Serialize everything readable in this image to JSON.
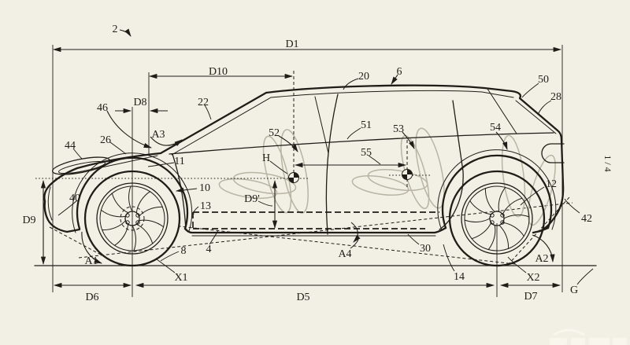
{
  "figure": {
    "kind": "patent line drawing, side elevation of a vehicle with dimension annotations",
    "sheet_label": "1 / 4",
    "background_color": "#f2efe4",
    "line_color": "#1f1d18",
    "seat_line_color": "#b9b4a4"
  },
  "labels": {
    "n2": "2",
    "d1": "D1",
    "d10": "D10",
    "d8": "D8",
    "a3": "A3",
    "n46": "46",
    "n22": "22",
    "n26": "26",
    "n44": "44",
    "n40": "40",
    "d9": "D9",
    "n11": "11",
    "n10": "10",
    "n13": "13",
    "n8": "8",
    "n4": "4",
    "a1": "A1",
    "x1": "X1",
    "d6": "D6",
    "d5": "D5",
    "n52": "52",
    "h": "H",
    "d9p": "D9'",
    "n51": "51",
    "n53": "53",
    "n55": "55",
    "n20": "20",
    "n6": "6",
    "n50": "50",
    "n28": "28",
    "n54": "54",
    "n12": "12",
    "n42": "42",
    "a4": "A4",
    "n30": "30",
    "n14": "14",
    "a2": "A2",
    "x2": "X2",
    "d7": "D7",
    "g": "G"
  }
}
